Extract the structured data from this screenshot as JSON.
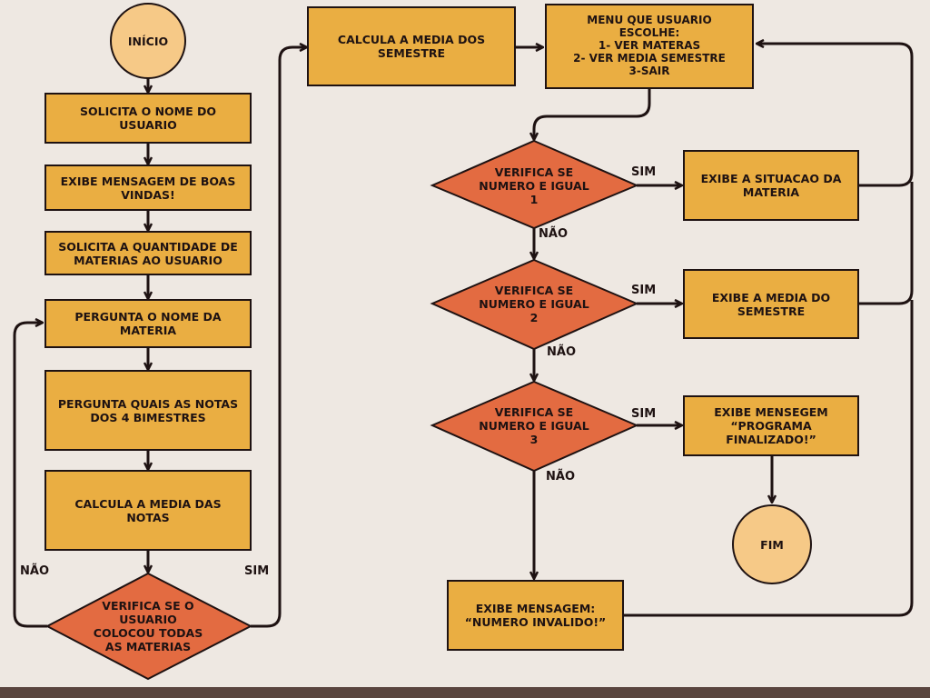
{
  "colors": {
    "background": "#EEE8E2",
    "box_fill": "#EAAE42",
    "decision_fill": "#E36B41",
    "terminal_fill": "#F6C987",
    "stroke": "#1E1212",
    "bottom_bar": "#5A453F"
  },
  "nodes": {
    "inicio": "INÍCIO",
    "solicita_nome": "SOLICITA O NOME DO\nUSUARIO",
    "boas_vindas": "EXIBE MENSAGEM DE BOAS\nVINDAS!",
    "solicita_qtd": "SOLICITA A QUANTIDADE DE\nMATERIAS AO USUARIO",
    "pergunta_nome": "PERGUNTA O NOME DA\nMATERIA",
    "pergunta_notas": "PERGUNTA QUAIS AS NOTAS\nDOS 4 BIMESTRES",
    "calcula_notas": "CALCULA A MEDIA DAS\nNOTAS",
    "verifica_todas": "VERIFICA SE O\nUSUARIO\nCOLOCOU TODAS\nAS MATERIAS",
    "calcula_semestre": "CALCULA A MEDIA DOS\nSEMESTRE",
    "menu": "MENU QUE USUARIO\nESCOLHE:\n1- VER MATERAS\n2- VER MEDIA SEMESTRE\n3-SAIR",
    "verifica_1": "VERIFICA SE\nNUMERO E  IGUAL\n1",
    "verifica_2": "VERIFICA SE\nNUMERO E IGUAL\n2",
    "verifica_3": "VERIFICA SE\nNUMERO E IGUAL\n3",
    "situacao": "EXIBE A SITUACAO DA\nMATERIA",
    "media_semestre": "EXIBE A MEDIA DO\nSEMESTRE",
    "finalizado": "EXIBE  MENSEGEM\n“PROGRAMA\nFINALIZADO!”",
    "fim": "FIM",
    "invalido": "EXIBE MENSAGEM:\n“NUMERO INVALIDO!”"
  },
  "edge_labels": {
    "nao_loop": "NÃO",
    "sim_loop": "SIM",
    "sim_1": "SIM",
    "nao_1": "NÃO",
    "sim_2": "SIM",
    "nao_2": "NÃO",
    "sim_3": "SIM",
    "nao_3": "NÃO"
  }
}
